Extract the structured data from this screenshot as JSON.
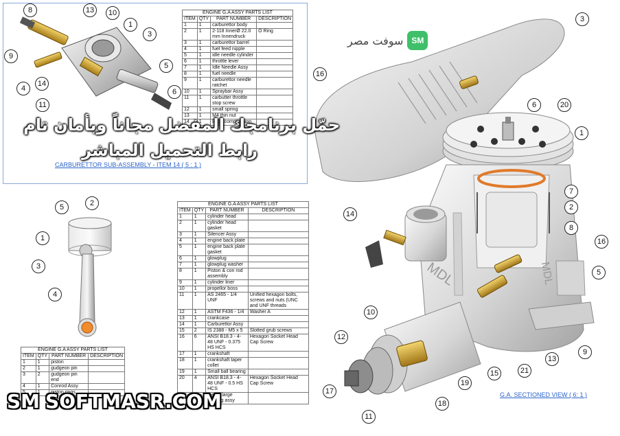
{
  "brand": {
    "logo_text": "سوفت مصر",
    "badge": "SM",
    "watermark_badge": "SM",
    "watermark": "SOFTMASR.COM",
    "overlay_line1": "حمّل برنامجك المفضل مجاناً وبأمان تام",
    "overlay_line2": "رابط التحميل المباشر"
  },
  "colors": {
    "caption": "#2a62c9",
    "brand_green": "#3fbf6a"
  },
  "captions": {
    "carb": "CARBURETTOR SUB-ASSEMBLY - ITEM 14 ( 5 : 1 )",
    "ga": "G.A. SECTIONED VIEW ( 6: 1 )"
  },
  "tables": {
    "carb": {
      "title": "ENGINE G.A ASSY PARTS LIST",
      "headers": [
        "ITEM",
        "QTY",
        "PART NUMBER",
        "DESCRIPTION"
      ],
      "rows": [
        [
          "1",
          "1",
          "carburettor body",
          ""
        ],
        [
          "2",
          "1",
          "2-118 InnerØ 22.0 mm Innendruck",
          "O Ring"
        ],
        [
          "3",
          "1",
          "carburettor barrel",
          ""
        ],
        [
          "4",
          "1",
          "fuel feed nipple",
          ""
        ],
        [
          "5",
          "1",
          "idle needle cylinder",
          ""
        ],
        [
          "6",
          "1",
          "throttle lever",
          ""
        ],
        [
          "7",
          "1",
          "Idle Needle Assy",
          ""
        ],
        [
          "8",
          "1",
          "fuel needle",
          ""
        ],
        [
          "9",
          "1",
          "carburettor needle ratchet",
          ""
        ],
        [
          "10",
          "1",
          "Spraybar Assy",
          ""
        ],
        [
          "11",
          "1",
          "carbutter throttle stop screw",
          ""
        ],
        [
          "12",
          "1",
          "small spring",
          ""
        ],
        [
          "13",
          "1",
          "M4 thin nut",
          ""
        ],
        [
          "14",
          "1",
          "large compression",
          ""
        ]
      ]
    },
    "ga": {
      "title": "ENGINE G.A ASSY PARTS LIST",
      "headers": [
        "ITEM",
        "QTY",
        "PART NUMBER",
        "DESCRIPTION"
      ],
      "rows": [
        [
          "1",
          "1",
          "cylinder head",
          ""
        ],
        [
          "2",
          "1",
          "cylinder head gasket",
          ""
        ],
        [
          "3",
          "1",
          "Silencer Assy",
          ""
        ],
        [
          "4",
          "1",
          "engine back plate",
          ""
        ],
        [
          "5",
          "1",
          "engine back plate gasket",
          ""
        ],
        [
          "6",
          "1",
          "glowplug",
          ""
        ],
        [
          "7",
          "1",
          "glowplug washer",
          ""
        ],
        [
          "8",
          "1",
          "Piston & con rod assembly",
          ""
        ],
        [
          "9",
          "1",
          "cylinder liner",
          ""
        ],
        [
          "10",
          "1",
          "propellor boss",
          ""
        ],
        [
          "11",
          "1",
          "AS 2465 - 1/4 UNF",
          "Unified hexagon bolts, screws and nuts (UNC and UNF threads"
        ],
        [
          "12",
          "1",
          "ASTM F436 - 1/4",
          "Washer A"
        ],
        [
          "13",
          "1",
          "crankcase",
          ""
        ],
        [
          "14",
          "1",
          "Carburettor Assy",
          ""
        ],
        [
          "15",
          "2",
          "IS 2388 - M5 x 5",
          "Slotted grub screws"
        ],
        [
          "16",
          "6",
          "ANSI B18.3 - 4-48 UNF - 0.375 HS HCS",
          "Hexagon Socket Head Cap Screw"
        ],
        [
          "17",
          "1",
          "crankshaft",
          ""
        ],
        [
          "18",
          "1",
          "crankshaft taper collet",
          ""
        ],
        [
          "19",
          "1",
          "Small ball bearing",
          ""
        ],
        [
          "20",
          "4",
          "ANSI B18.3 - 4-48 UNF - 0.5 HS HCS",
          "Hexagon Socket Head Cap Screw"
        ],
        [
          "21",
          "1",
          "metric large bearing assy",
          ""
        ]
      ]
    },
    "piston": {
      "title": "ENGINE G.A ASSY PARTS LIST",
      "headers": [
        "ITEM",
        "QTY",
        "PART NUMBER",
        "DESCRIPTION"
      ],
      "rows": [
        [
          "1",
          "1",
          "piston",
          ""
        ],
        [
          "2",
          "1",
          "gudgeon pin",
          ""
        ],
        [
          "3",
          "2",
          "gudgeon pin end",
          ""
        ],
        [
          "4",
          "1",
          "Conrod Assy",
          ""
        ],
        [
          "5",
          "1",
          "piston rings",
          ""
        ]
      ]
    }
  },
  "balloons": {
    "carb": [
      "8",
      "13",
      "10",
      "1",
      "3",
      "9",
      "5",
      "4",
      "14",
      "11",
      "6"
    ],
    "piston": [
      "5",
      "2",
      "1",
      "3",
      "4"
    ],
    "ga": [
      "3",
      "16",
      "6",
      "20",
      "1",
      "7",
      "2",
      "8",
      "14",
      "16",
      "5",
      "9",
      "10",
      "12",
      "15",
      "21",
      "13",
      "17",
      "19",
      "18",
      "11"
    ]
  },
  "engine_text": [
    "MDL",
    "MDL"
  ]
}
